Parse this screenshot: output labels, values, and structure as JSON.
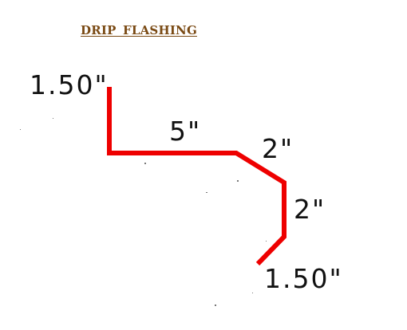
{
  "title": "DRIP FLASHING",
  "line_color": "#ee0000",
  "title_color": "#7a4a14",
  "segments": [
    {
      "label": "1.50\""
    },
    {
      "label": "5\""
    },
    {
      "label": "2\""
    },
    {
      "label": "2\""
    },
    {
      "label": "1.50\""
    }
  ]
}
